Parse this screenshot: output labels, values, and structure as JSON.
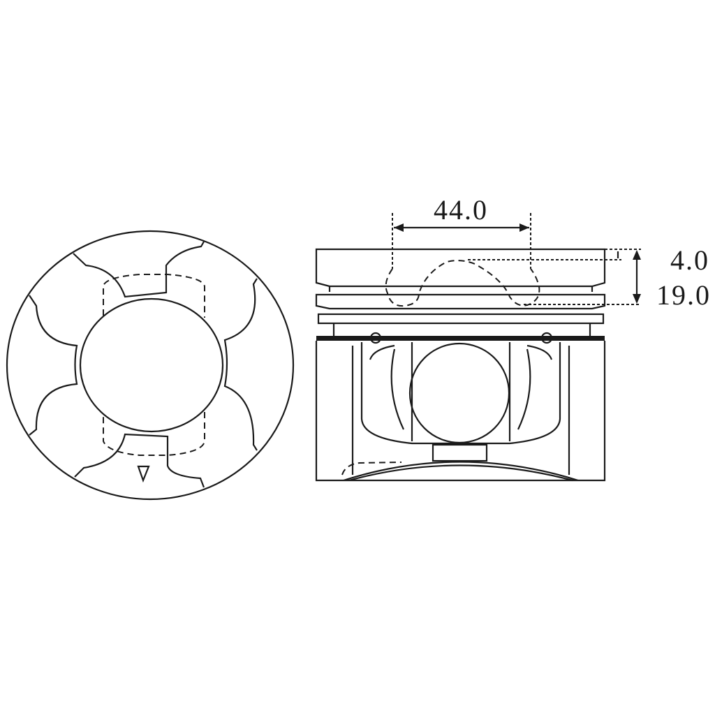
{
  "drawing": {
    "subject": "piston",
    "views": [
      "top-view",
      "side-view"
    ],
    "line_color": "#1a1a1a",
    "background": "#ffffff"
  },
  "dimensions": {
    "valve_pocket_spacing": "44.0",
    "pocket_depth": "4.0",
    "compression_height_ref": "19.0"
  }
}
